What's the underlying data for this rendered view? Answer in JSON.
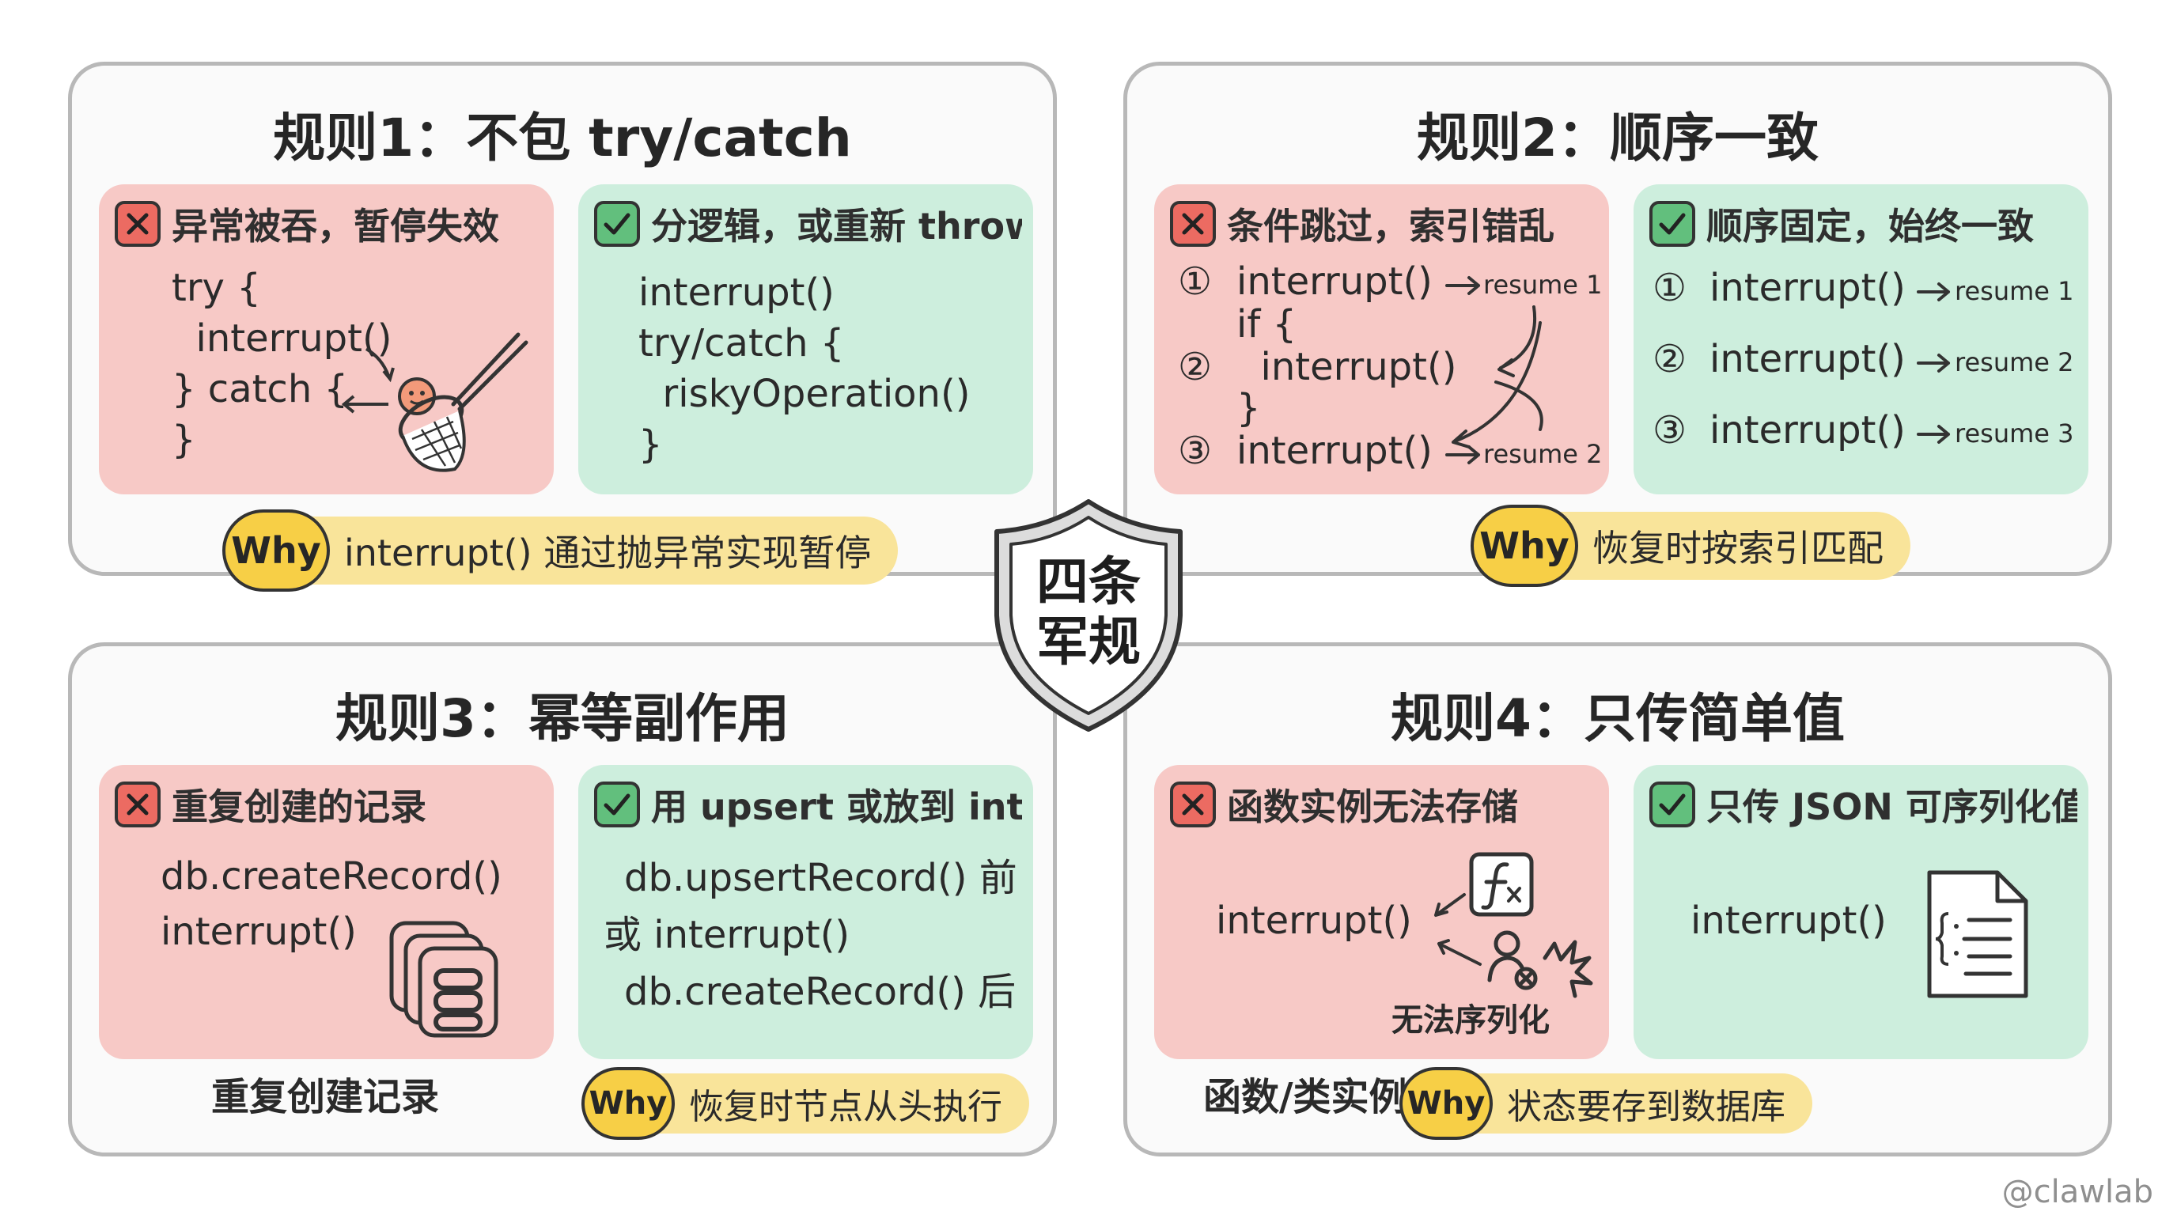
{
  "center_badge": {
    "line1": "四条",
    "line2": "军规",
    "icon": "shield-icon"
  },
  "rules": [
    {
      "title": "规则1：不包 try/catch",
      "bad": {
        "heading": "异常被吞，暂停失效",
        "code": [
          "try {",
          "  interrupt()",
          "} catch {",
          "}"
        ]
      },
      "good": {
        "heading": "分逻辑，或重新 throw",
        "code": [
          "interrupt()",
          "try/catch {",
          "  riskyOperation()",
          "}"
        ]
      },
      "why": {
        "label": "Why",
        "text": "interrupt() 通过抛异常实现暂停"
      }
    },
    {
      "title": "规则2：顺序一致",
      "bad": {
        "heading": "条件跳过，索引错乱",
        "lines": [
          {
            "num": "①",
            "code": "interrupt()",
            "note": "resume 1"
          },
          {
            "num": "",
            "code": "if {",
            "note": ""
          },
          {
            "num": "②",
            "code": "  interrupt()",
            "note": ""
          },
          {
            "num": "",
            "code": "}",
            "note": ""
          },
          {
            "num": "③",
            "code": "interrupt()",
            "note": "resume 2"
          }
        ]
      },
      "good": {
        "heading": "顺序固定，始终一致",
        "lines": [
          {
            "num": "①",
            "code": "interrupt()",
            "note": "resume 1"
          },
          {
            "num": "②",
            "code": "interrupt()",
            "note": "resume 2"
          },
          {
            "num": "③",
            "code": "interrupt()",
            "note": "resume 3"
          }
        ]
      },
      "why": {
        "label": "Why",
        "text": "恢复时按索引匹配"
      }
    },
    {
      "title": "规则3：幂等副作用",
      "bad": {
        "heading": "重复创建的记录",
        "code": [
          "db.createRecord()",
          "interrupt()"
        ],
        "caption": "重复创建记录"
      },
      "good": {
        "heading": "用 upsert 或放到 int...",
        "code": [
          "db.upsertRecord() 前",
          "或 interrupt()",
          "db.createRecord() 后"
        ]
      },
      "why": {
        "label": "Why",
        "text": "恢复时节点从头执行"
      }
    },
    {
      "title": "规则4：只传简单值",
      "bad": {
        "heading": "函数实例无法存储",
        "code": [
          "interrupt()"
        ],
        "annotation": "无法序列化",
        "caption": "函数/类实例无法存储"
      },
      "good": {
        "heading": "只传 JSON 可序列化值",
        "code": [
          "interrupt()"
        ]
      },
      "why": {
        "label": "Why",
        "text": "状态要存到数据库"
      }
    }
  ],
  "watermark": "@clawlab",
  "colors": {
    "bad_panel": "#f7c9c6",
    "good_panel": "#cdeedd",
    "why_pill": "#f9e49a",
    "why_bubble": "#f7cf46",
    "border": "#b8b8b8",
    "x_badge": "#ec6b62",
    "check_badge": "#62bf7d"
  }
}
